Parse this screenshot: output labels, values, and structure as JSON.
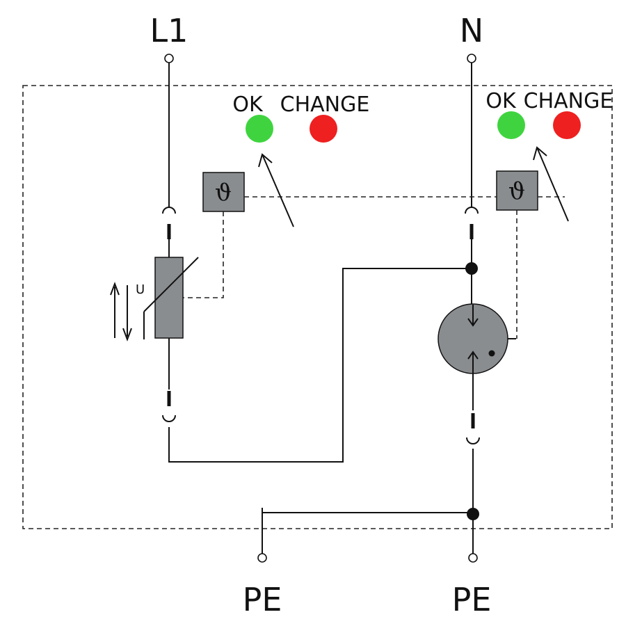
{
  "terminals": {
    "top_left": "L1",
    "top_right": "N",
    "bottom_left": "PE",
    "bottom_right": "PE"
  },
  "indicators": [
    {
      "ok_label": "OK",
      "change_label": "CHANGE",
      "ok_color": "#3fd43f",
      "change_color": "#ee2020"
    },
    {
      "ok_label": "OK",
      "change_label": "CHANGE",
      "ok_color": "#3fd43f",
      "change_color": "#ee2020"
    }
  ],
  "thermal_symbol": "ϑ",
  "varistor_label": "U",
  "colors": {
    "component_fill": "#8a8d8f",
    "wire": "#111111"
  }
}
